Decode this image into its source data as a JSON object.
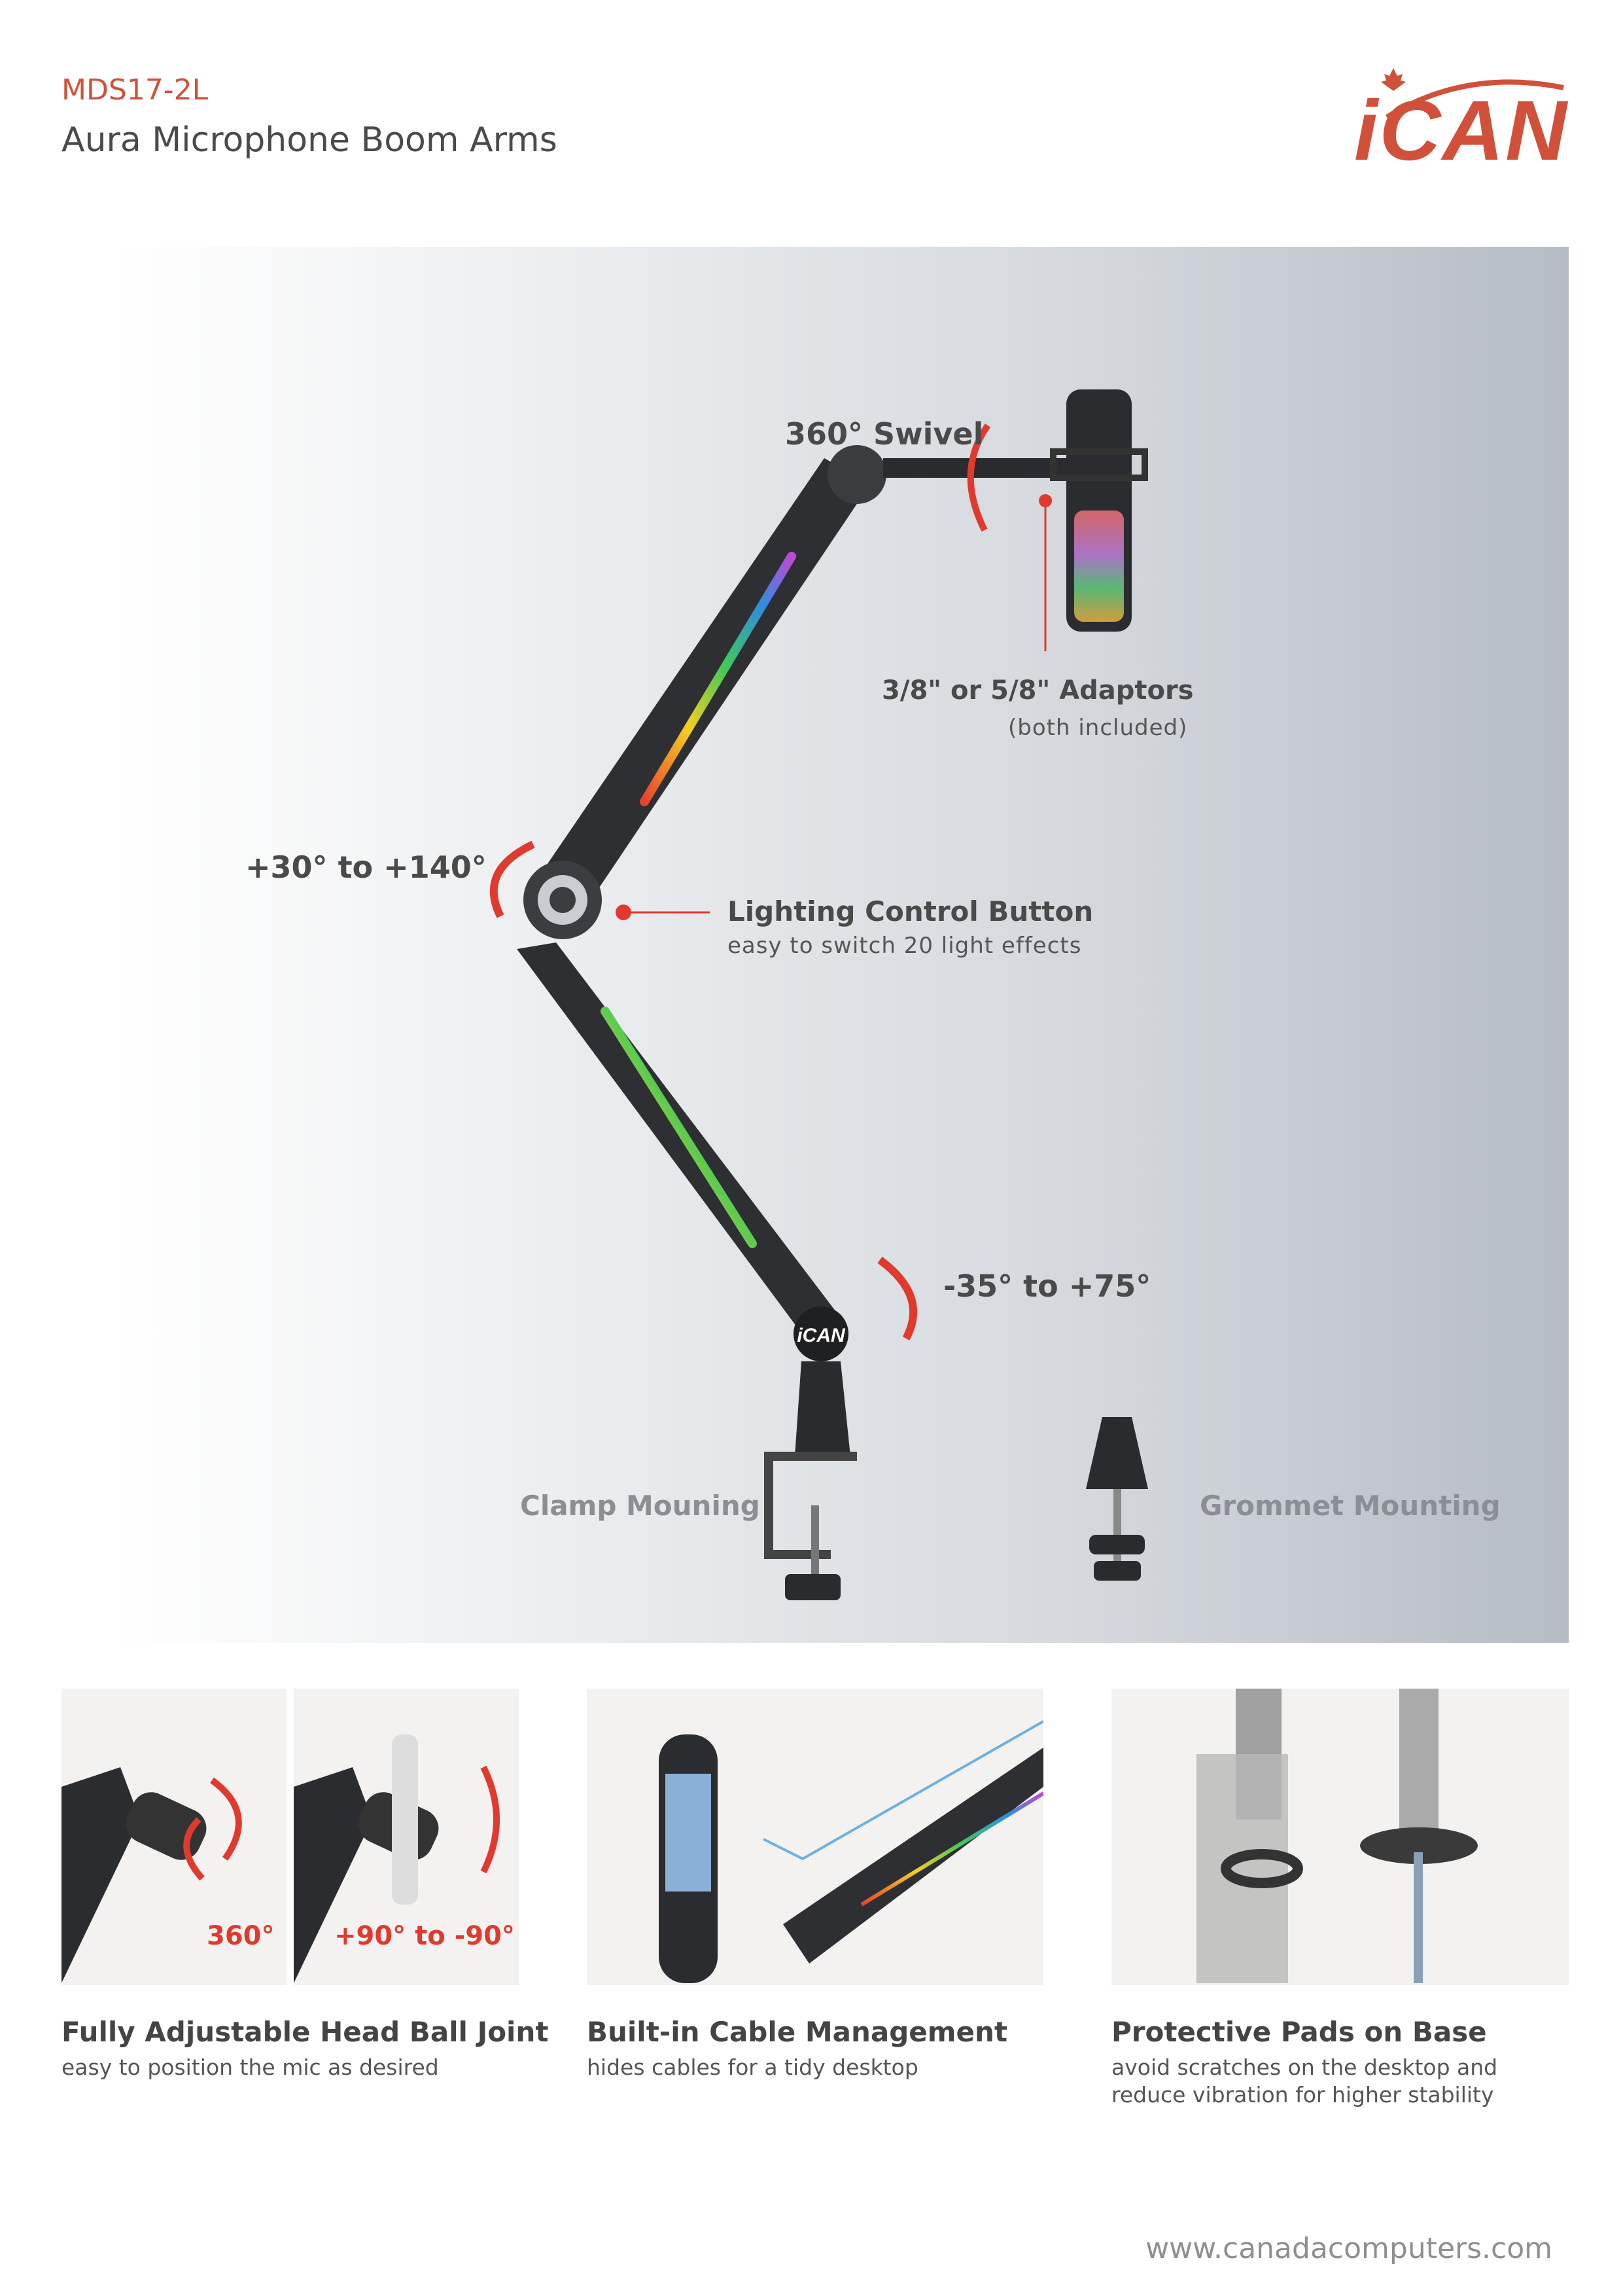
{
  "header": {
    "model": "MDS17-2L",
    "title": "Aura Microphone Boom Arms",
    "logo_text": "iCAN"
  },
  "hero": {
    "swivel": "360° Swivel",
    "adaptors": "3/8\" or 5/8\" Adaptors",
    "adaptors_note": "(both included)",
    "elbow_range": "+30° to +140°",
    "lighting_title": "Lighting Control Button",
    "lighting_note": "easy to switch 20 light effects",
    "base_range": "-35° to +75°",
    "clamp": "Clamp Mouning",
    "grommet": "Grommet Mounting",
    "base_logo": "iCAN"
  },
  "features": [
    {
      "title": "Fully Adjustable Head Ball Joint",
      "desc": "easy to position the mic as desired",
      "badge1": "360°",
      "badge2": "+90° to -90°"
    },
    {
      "title": "Built-in Cable Management",
      "desc": "hides cables for a tidy desktop"
    },
    {
      "title": "Protective Pads on Base",
      "desc": "avoid scratches on the desktop and reduce vibration for higher stability"
    }
  ],
  "footer": {
    "website": "www.canadacomputers.com"
  },
  "colors": {
    "accent": "#d1503a",
    "arrow": "#e03a2e",
    "text": "#4a4a4a"
  }
}
